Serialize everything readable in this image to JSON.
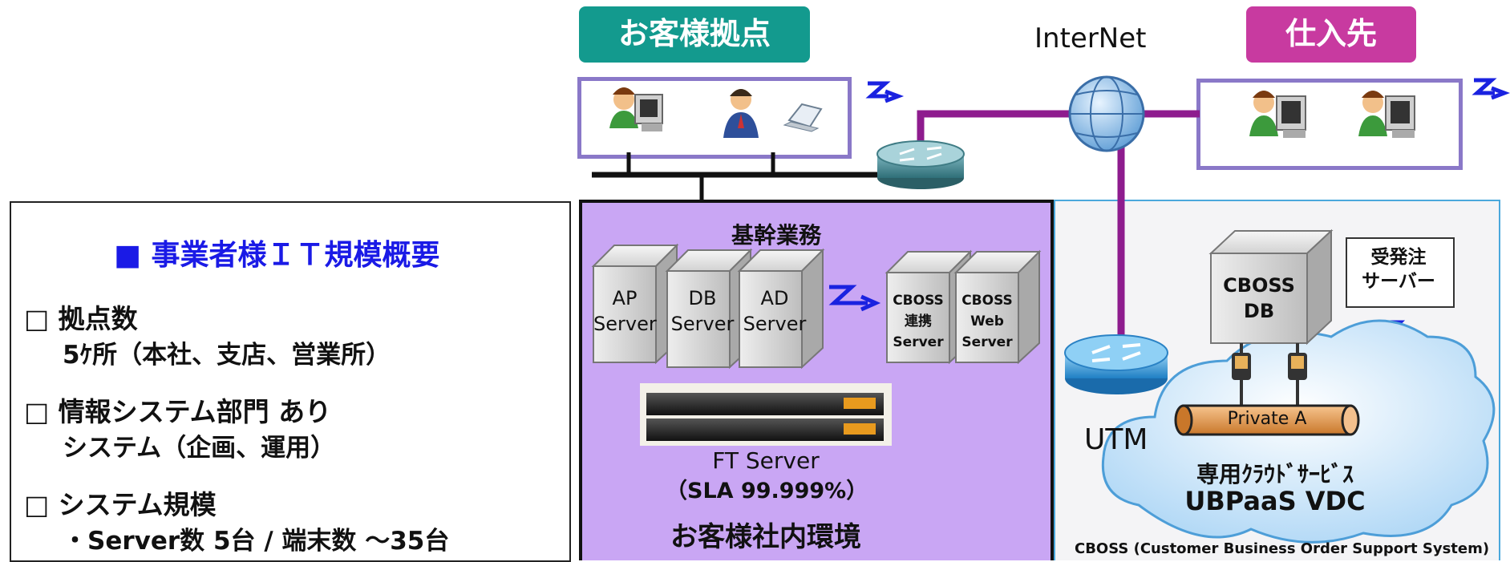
{
  "labels": {
    "customer_site": "お客様拠点",
    "internet": "InterNet",
    "supplier": "仕入先",
    "core_business": "基幹業務",
    "receive_order_server": "受発注\nサーバー",
    "utm": "UTM",
    "private": "Private A",
    "cloud_service": "専用ｸﾗｳﾄﾞｻｰﾋﾞｽ",
    "vdc": "UBPaaS VDC",
    "ft_server": "FT Server",
    "sla": "（SLA 99.999%）",
    "customer_env": "お客様社内環境",
    "cboss_full": "CBOSS (Customer Business Order Support System)"
  },
  "servers": {
    "ap": [
      "AP",
      "Server"
    ],
    "db": [
      "DB",
      "Server"
    ],
    "ad": [
      "AD",
      "Server"
    ],
    "cboss_link": [
      "CBOSS",
      "連携",
      "Server"
    ],
    "cboss_web": [
      "CBOSS",
      "Web",
      "Server"
    ],
    "cboss_db": [
      "CBOSS",
      "DB"
    ]
  },
  "summary": {
    "title": "■ 事業者様ＩＴ規模概要",
    "items": [
      {
        "head": "□ 拠点数",
        "sub": "5ｹ所（本社、支店、営業所）"
      },
      {
        "head": "□ 情報システム部門  あり",
        "sub": "システム（企画、運用）"
      },
      {
        "head": "□ システム規模",
        "sub": "・Server数  5台 /  端末数  ～35台"
      }
    ]
  },
  "colors": {
    "teal": "#139a8e",
    "magenta": "#c83aa0",
    "purple_line": "#8e1c8e",
    "lan_bg": "#c9a6f4",
    "box_border": "#8a78c8",
    "blue_title": "#1a1ae6"
  }
}
